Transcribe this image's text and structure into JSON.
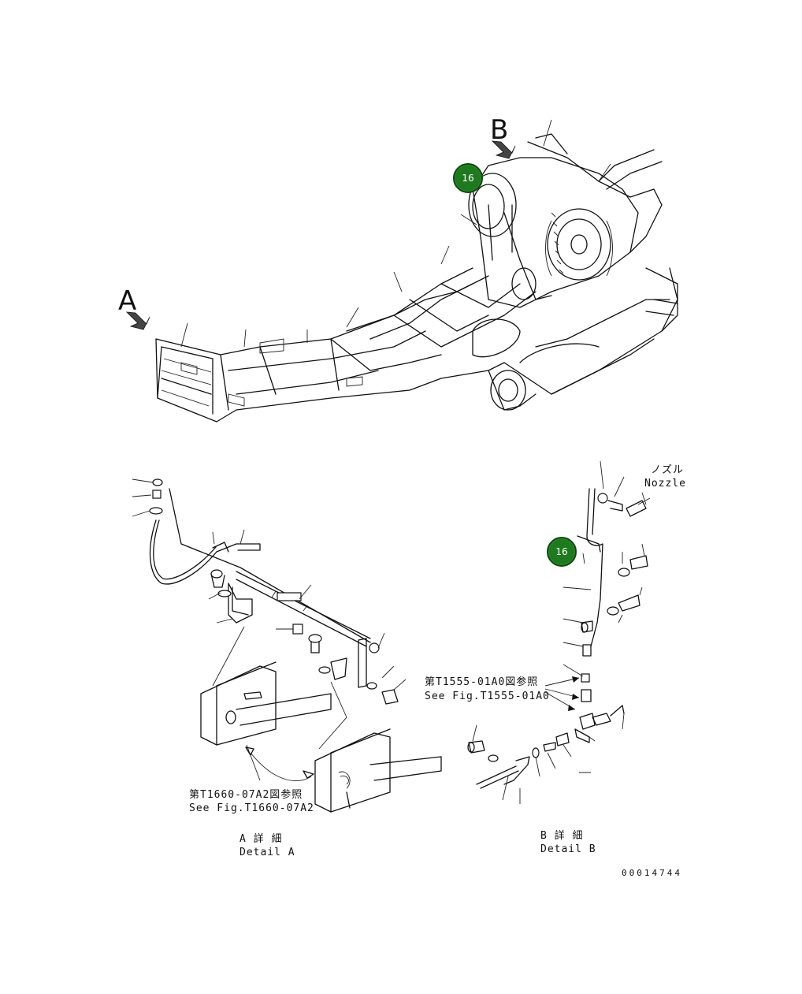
{
  "drawing_number": "00014744",
  "view_labels": {
    "view_a": "A",
    "view_b": "B"
  },
  "callouts": [
    {
      "id": "main-view",
      "number": "16"
    },
    {
      "id": "detail-b",
      "number": "16"
    }
  ],
  "nozzle": {
    "label_ja": "ノズル",
    "label_en": "Nozzle"
  },
  "refs": {
    "fig_t1555": {
      "ja": "第T1555-01A0図参照",
      "en": "See Fig.T1555-01A0"
    },
    "fig_t1660": {
      "ja": "第T1660-07A2図参照",
      "en": "See Fig.T1660-07A2"
    }
  },
  "details": {
    "a": {
      "ja": "A 詳 細",
      "en": "Detail A"
    },
    "b": {
      "ja": "B 詳 細",
      "en": "Detail B"
    }
  },
  "colors": {
    "callout_fill": "#1f7a1f",
    "line": "#111111",
    "background": "#ffffff"
  }
}
